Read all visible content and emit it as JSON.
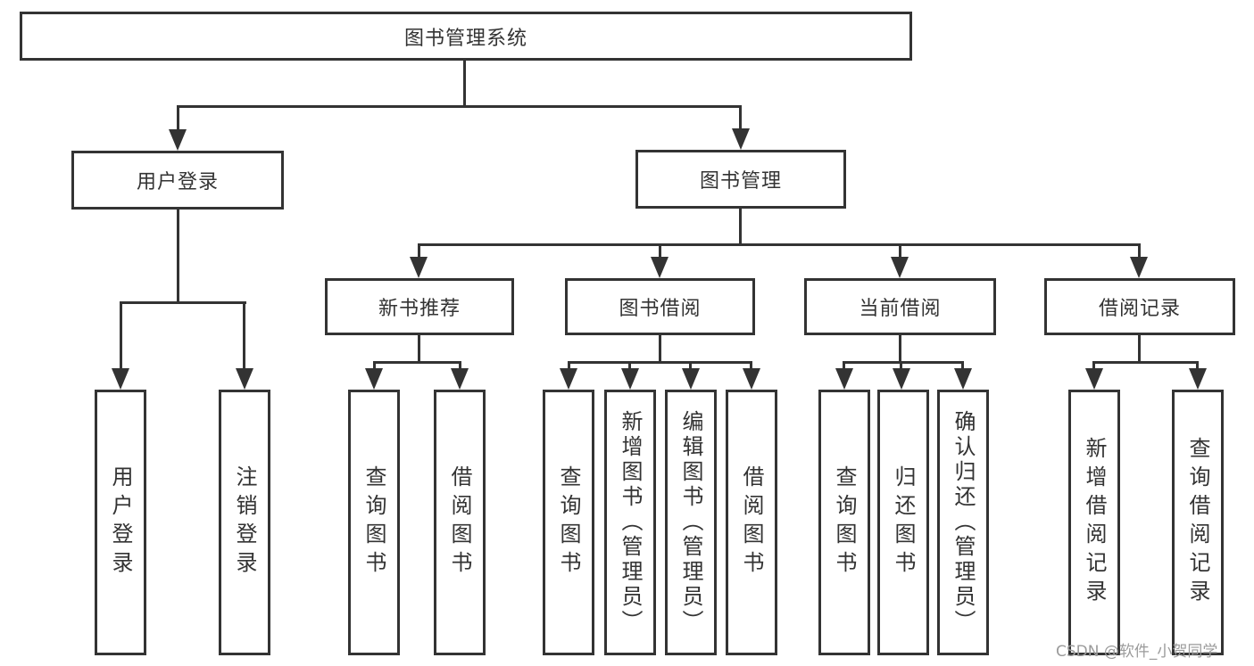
{
  "tree": {
    "root": {
      "label": "图书管理系统",
      "children": [
        {
          "label": "用户登录",
          "children": [
            {
              "label": "用户登录"
            },
            {
              "label": "注销登录"
            }
          ]
        },
        {
          "label": "图书管理",
          "children": [
            {
              "label": "新书推荐",
              "children": [
                {
                  "label": "查询图书"
                },
                {
                  "label": "借阅图书"
                }
              ]
            },
            {
              "label": "图书借阅",
              "children": [
                {
                  "label": "查询图书"
                },
                {
                  "label": "新增图书（管理员）"
                },
                {
                  "label": "编辑图书（管理员）"
                },
                {
                  "label": "借阅图书"
                }
              ]
            },
            {
              "label": "当前借阅",
              "children": [
                {
                  "label": "查询图书"
                },
                {
                  "label": "归还图书"
                },
                {
                  "label": "确认归还（管理员）"
                }
              ]
            },
            {
              "label": "借阅记录",
              "children": [
                {
                  "label": "新增借阅记录"
                },
                {
                  "label": "查询借阅记录"
                }
              ]
            }
          ]
        }
      ]
    }
  },
  "watermark": "CSDN @软件_小贺同学",
  "colors": {
    "line": "#333333",
    "text": "#333333",
    "background": "#ffffff",
    "watermark": "#9b9b9b"
  }
}
